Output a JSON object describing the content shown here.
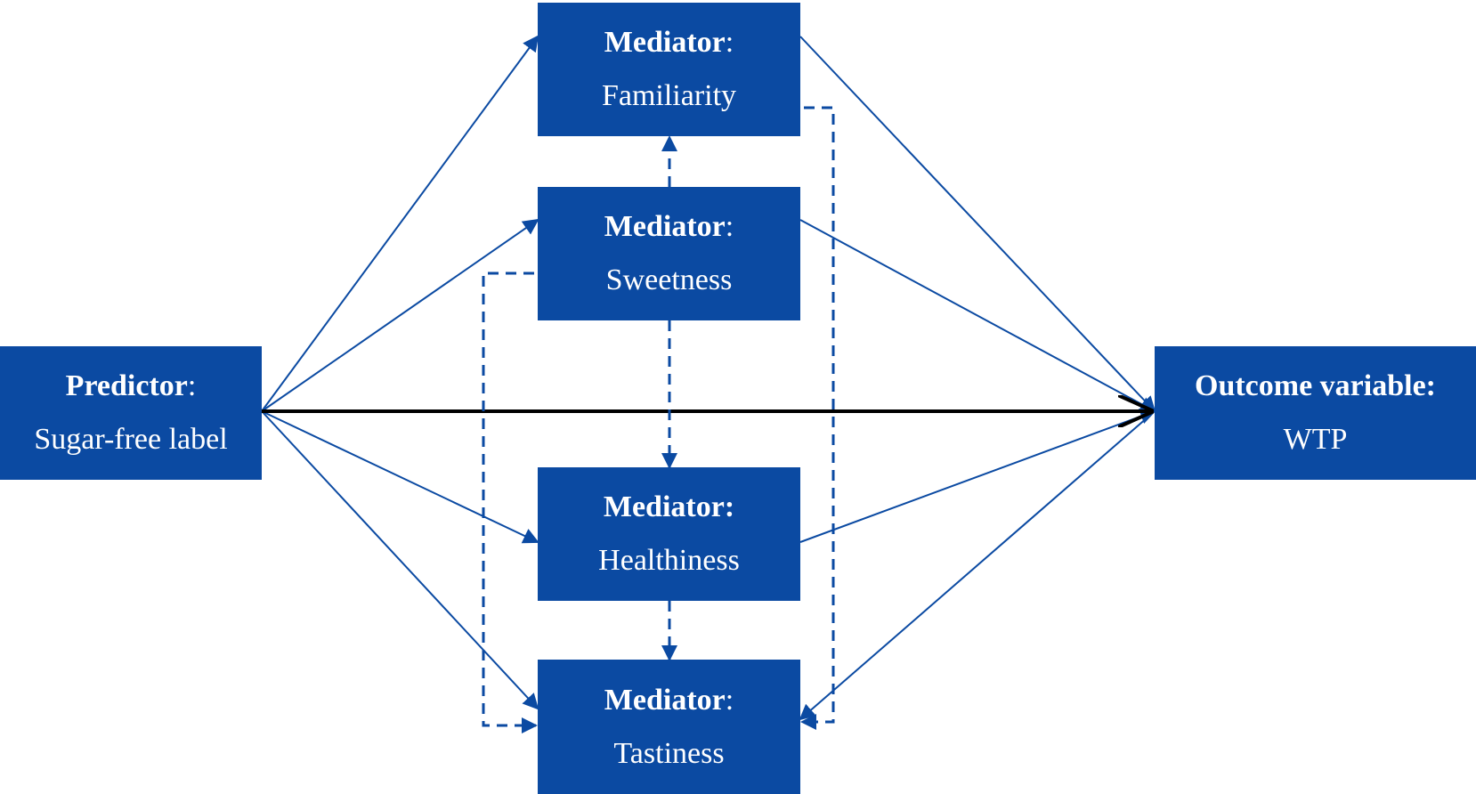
{
  "colors": {
    "node_fill": "#0b4aa2",
    "node_text": "#ffffff",
    "arrow_blue": "#0b4aa2",
    "arrow_direct": "#000000"
  },
  "nodes": {
    "predictor": {
      "role": "Predictor",
      "separator": ":",
      "name": "Sugar-free label"
    },
    "outcome": {
      "role": "Outcome variable",
      "separator": ":",
      "name": "WTP"
    },
    "familiarity": {
      "role": "Mediator",
      "separator": ":",
      "name": "Familiarity"
    },
    "sweetness": {
      "role": "Mediator",
      "separator": ":",
      "name": "Sweetness"
    },
    "healthiness": {
      "role": "Mediator",
      "separator": ":",
      "name": "Healthiness"
    },
    "tastiness": {
      "role": "Mediator",
      "separator": ":",
      "name": "Tastiness"
    }
  },
  "edges": [
    {
      "from": "predictor",
      "to": "familiarity",
      "style": "solid"
    },
    {
      "from": "predictor",
      "to": "sweetness",
      "style": "solid"
    },
    {
      "from": "predictor",
      "to": "healthiness",
      "style": "solid"
    },
    {
      "from": "predictor",
      "to": "tastiness",
      "style": "solid"
    },
    {
      "from": "predictor",
      "to": "outcome",
      "style": "bold"
    },
    {
      "from": "familiarity",
      "to": "outcome",
      "style": "solid"
    },
    {
      "from": "sweetness",
      "to": "outcome",
      "style": "solid"
    },
    {
      "from": "healthiness",
      "to": "outcome",
      "style": "solid"
    },
    {
      "from": "outcome",
      "to": "tastiness",
      "style": "solid"
    },
    {
      "from": "sweetness",
      "to": "familiarity",
      "style": "dashed"
    },
    {
      "from": "sweetness",
      "to": "healthiness",
      "style": "dashed"
    },
    {
      "from": "healthiness",
      "to": "tastiness",
      "style": "dashed"
    },
    {
      "from": "sweetness",
      "to": "tastiness",
      "style": "dashed"
    },
    {
      "from": "familiarity",
      "to": "tastiness",
      "style": "dashed"
    }
  ]
}
